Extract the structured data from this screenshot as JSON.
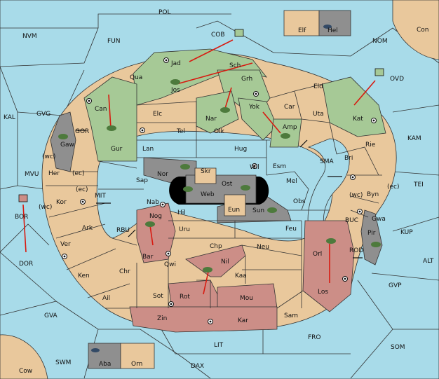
{
  "map": {
    "title": "",
    "colors": {
      "sea": "#a8dbe9",
      "land": "#e9c89c",
      "green_power": "#a6c996",
      "red_power": "#cc8e87",
      "gray_power": "#8f8f8f",
      "impassable": "#000000",
      "order_arrow": "#d81a10"
    },
    "territory_labels": {
      "POL": "POL",
      "NVM": "NVM",
      "FUN": "FUN",
      "COB": "COB",
      "Elf": "Elf",
      "Hel": "Hel",
      "Con": "Con",
      "NOM": "NOM",
      "OVD": "OVD",
      "Jad": "Jad",
      "Sch": "Sch",
      "Qua": "Qua",
      "Jos": "Jos",
      "Grh": "Grh",
      "Eld": "Eld",
      "KAL": "KAL",
      "GVG": "GVG",
      "Can": "Can",
      "Elc": "Elc",
      "Nar": "Nar",
      "Yok": "Yok",
      "Car": "Car",
      "Uta": "Uta",
      "Kat": "Kat",
      "GOR": "GOR",
      "Tel": "Tel",
      "Olk": "Olk",
      "Amp": "Amp",
      "KAM": "KAM",
      "Gaw": "Gaw",
      "Gur": "Gur",
      "Lan": "Lan",
      "Hug": "Hug",
      "Rie": "Rie",
      "Bri": "Bri",
      "wc": "(wc)",
      "ec": "(ec)",
      "Her": "Her",
      "Nor": "Nor",
      "Skr": "Skr",
      "Wil": "Wil",
      "Esm": "Esm",
      "SMA": "SMA",
      "MVU": "MVU",
      "Sap": "Sap",
      "Ost": "Ost",
      "Mel": "Mel",
      "TEI": "TEI",
      "Web": "Web",
      "Byn": "Byn",
      "MIT": "MIT",
      "Kor": "Kor",
      "Nab": "Nab",
      "Eun": "Eun",
      "Obs": "Obs",
      "BOR": "BOR",
      "Hil": "Hil",
      "Sun": "Sun",
      "Gwa": "Gwa",
      "Nog": "Nog",
      "BUC": "BUC",
      "RBU": "RBU",
      "Ark": "Ark",
      "Uru": "Uru",
      "Feu": "Feu",
      "Pir": "Pir",
      "KUP": "KUP",
      "Ver": "Ver",
      "Chp": "Chp",
      "Neu": "Neu",
      "Orl": "Orl",
      "ROD": "ROD",
      "DOR": "DOR",
      "Bar": "Bar",
      "Qwi": "Qwi",
      "Nil": "Nil",
      "ALT": "ALT",
      "Ken": "Ken",
      "Chr": "Chr",
      "Kaa": "Kaa",
      "GVP": "GVP",
      "Rot": "Rot",
      "Los": "Los",
      "Ail": "Ail",
      "Sot": "Sot",
      "Mou": "Mou",
      "GVA": "GVA",
      "Zin": "Zin",
      "Kar": "Kar",
      "Sam": "Sam",
      "FRO": "FRO",
      "LIT": "LIT",
      "SOM": "SOM",
      "SWM": "SWM",
      "Aba": "Aba",
      "Orn": "Orn",
      "DAX": "DAX",
      "Cow": "Cow"
    }
  }
}
